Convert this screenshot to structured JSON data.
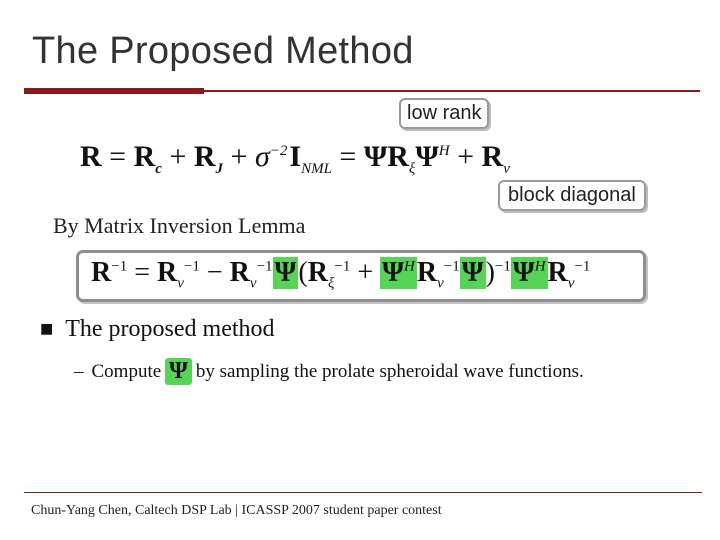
{
  "slide": {
    "title": "The Proposed Method",
    "callout_low_rank": "low rank",
    "callout_block_diagonal": "block diagonal",
    "lemma_text": "By Matrix Inversion Lemma",
    "bullet_text": "The proposed method",
    "sub_prefix": "Compute",
    "sub_symbol": "Ψ",
    "sub_suffix": "by sampling the prolate spheroidal wave functions.",
    "footer": "Chun-Yang Chen, Caltech DSP Lab | ICASSP 2007 student paper contest"
  },
  "colors": {
    "accent_rule": "#8b1a1a",
    "highlight": "#57d457",
    "title_text": "#333333"
  }
}
